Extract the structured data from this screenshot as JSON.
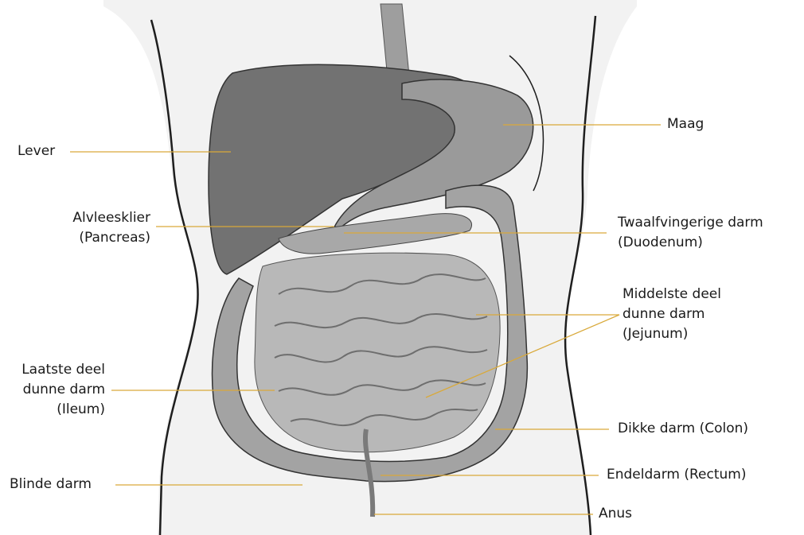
{
  "colors": {
    "leader_line": "#d9a93a",
    "body_fill": "#f2f2f2",
    "outline": "#1e1e1e",
    "organ_dark": "#6b6b6b",
    "organ_mid": "#8c8c8c",
    "organ_light": "#bdbdbd",
    "text": "#1a1a1a"
  },
  "labels": {
    "lever": "Lever",
    "maag": "Maag",
    "alvleesklier": [
      "Alvleesklier",
      "(Pancreas)"
    ],
    "twaalfvingerige": [
      "Twaalfvingerige darm",
      "(Duodenum)"
    ],
    "middelste": [
      "Middelste deel",
      "dunne darm",
      "(Jejunum)"
    ],
    "laatste": [
      "Laatste deel",
      "dunne darm",
      "(Ileum)"
    ],
    "dikke": "Dikke darm (Colon)",
    "blinde": "Blinde darm",
    "endeldarm": "Endeldarm (Rectum)",
    "anus": "Anus"
  }
}
